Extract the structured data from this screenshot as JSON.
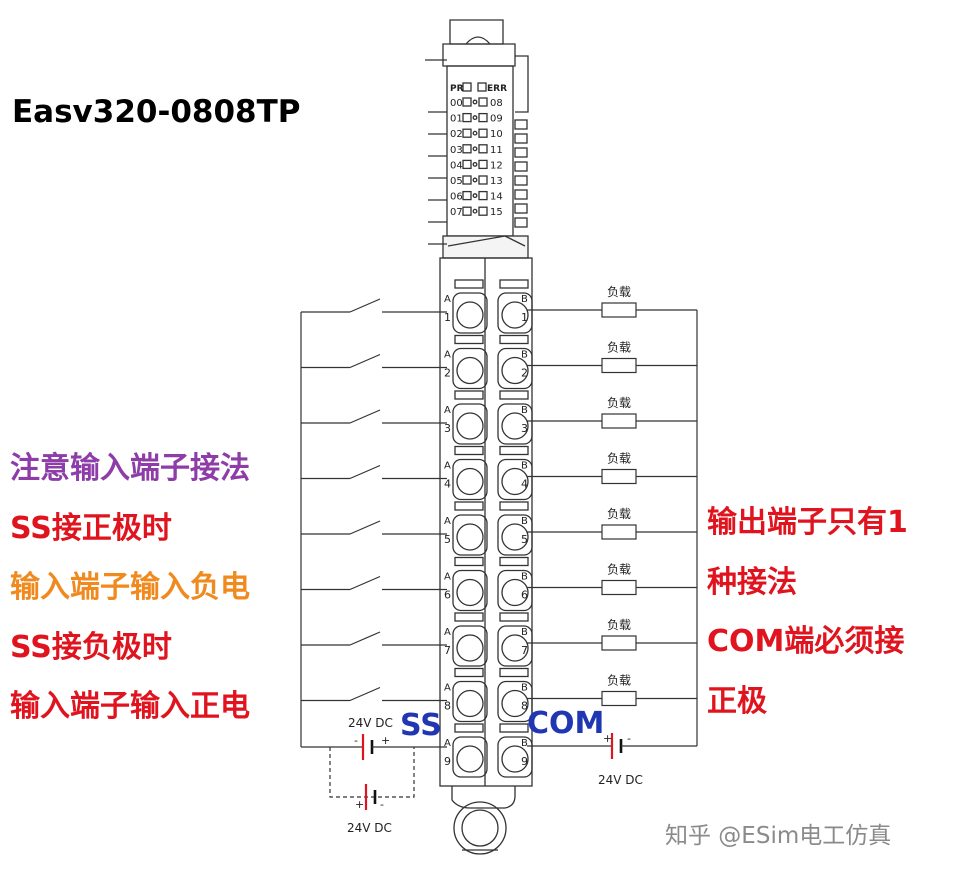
{
  "title": "Easv320-0808TP",
  "colors": {
    "purple": "#8e3da8",
    "red": "#e0141e",
    "orange": "#f08a1e",
    "blue": "#2136b3",
    "gray": "#8a8a8a",
    "line": "#333333"
  },
  "leds": {
    "pr": "PR",
    "err": "ERR",
    "left": [
      "00",
      "01",
      "02",
      "03",
      "04",
      "05",
      "06",
      "07"
    ],
    "right": [
      "08",
      "09",
      "10",
      "11",
      "12",
      "13",
      "14",
      "15"
    ]
  },
  "terminals": {
    "col_a": "A",
    "col_b": "B",
    "rows": [
      "1",
      "2",
      "3",
      "4",
      "5",
      "6",
      "7",
      "8",
      "9"
    ]
  },
  "loads": [
    "负载",
    "负载",
    "负载",
    "负载",
    "负载",
    "负载",
    "负载",
    "负载"
  ],
  "supplies": [
    {
      "voltage": "24V DC",
      "plus": "+",
      "minus": "-"
    },
    {
      "voltage": "24V DC",
      "plus": "+",
      "minus": "-"
    },
    {
      "voltage": "24V DC",
      "plus": "+",
      "minus": "-"
    }
  ],
  "bus_labels": {
    "ss": "SS",
    "com": "COM"
  },
  "left_notes": [
    {
      "text": "注意输入端子接法",
      "color": "purple"
    },
    {
      "text": "SS接正极时",
      "color": "red"
    },
    {
      "text": "输入端子输入负电",
      "color": "orange"
    },
    {
      "text": "SS接负极时",
      "color": "red"
    },
    {
      "text": "输入端子输入正电",
      "color": "red"
    }
  ],
  "right_notes": [
    {
      "text": "输出端子只有1",
      "color": "red"
    },
    {
      "text": "种接法",
      "color": "red"
    },
    {
      "text": "COM端必须接",
      "color": "red"
    },
    {
      "text": "正极",
      "color": "red"
    }
  ],
  "watermark": "知乎 @ESim电工仿真"
}
